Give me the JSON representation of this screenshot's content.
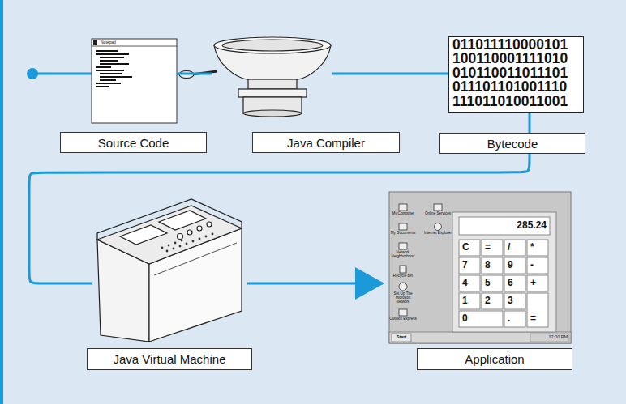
{
  "diagram": {
    "nodes": [
      {
        "text": [
          "Source Code"
        ]
      },
      {
        "text": [
          "Java Compiler"
        ]
      },
      {
        "text": [
          "011011110000101 100110001111010 010110011011101 011101101001110 111011010011001",
          "Bytecode"
        ]
      },
      {
        "text": [
          "Java Virtual Machine"
        ]
      },
      {
        "text": [
          "Application"
        ]
      }
    ],
    "edges": [
      {
        "from": 0,
        "to": 1,
        "arrow": "none"
      },
      {
        "from": 1,
        "to": 2,
        "arrow": "none"
      },
      {
        "from": 2,
        "to": 3,
        "arrow": "none"
      },
      {
        "from": 3,
        "to": 4,
        "arrow": "to"
      }
    ],
    "labels": [
      "Notepad",
      "My Computer",
      "Online Services",
      "My Documents",
      "Internet Explorer",
      "Network Neighborhood",
      "Recycle Bin",
      "Set Up The Microsoft Network",
      "Outlook Express",
      "Start",
      "12:00 PM",
      "285.24",
      "C",
      "=",
      "/",
      "*",
      "7",
      "8",
      "9",
      "-",
      "4",
      "5",
      "6",
      "+",
      "1",
      "2",
      "3",
      "0",
      ".",
      "="
    ]
  }
}
